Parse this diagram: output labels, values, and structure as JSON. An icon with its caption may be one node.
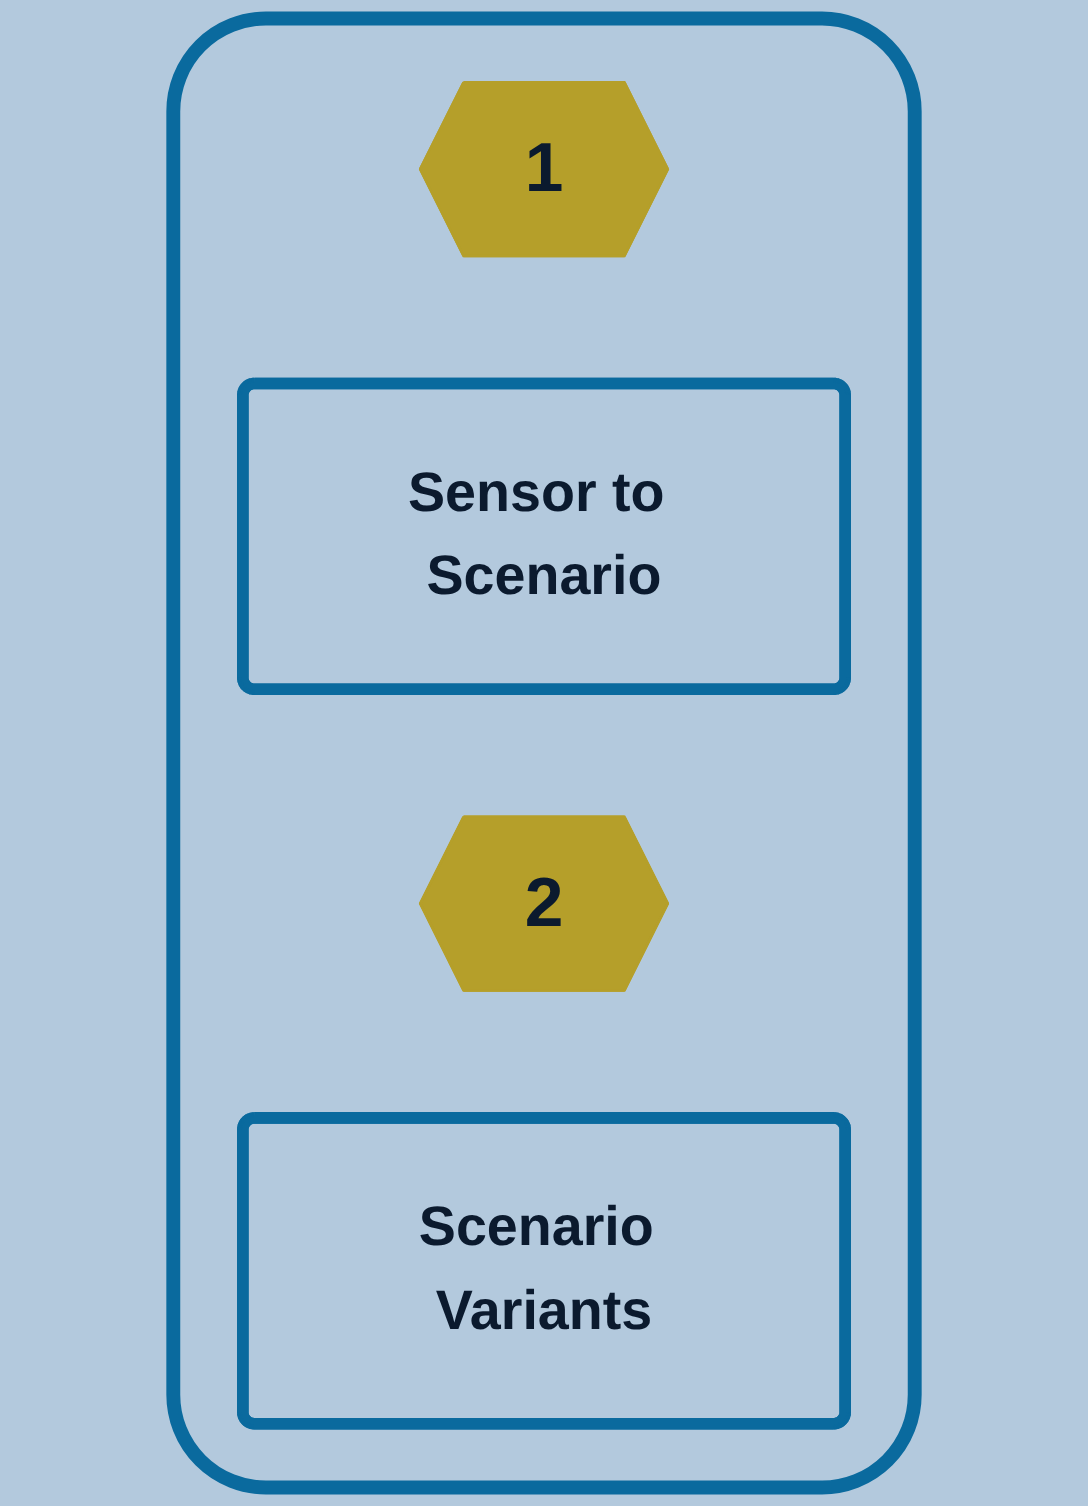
{
  "diagram": {
    "nodes": [
      {
        "text": [],
        "shape": "box"
      },
      {
        "text": [
          "1"
        ],
        "in": 0
      },
      {
        "text": [
          "Sensor to Scenario"
        ],
        "in": 0
      },
      {
        "text": [
          "2"
        ],
        "in": 0
      },
      {
        "text": [
          "Scenario Variants"
        ],
        "in": 0
      }
    ]
  }
}
